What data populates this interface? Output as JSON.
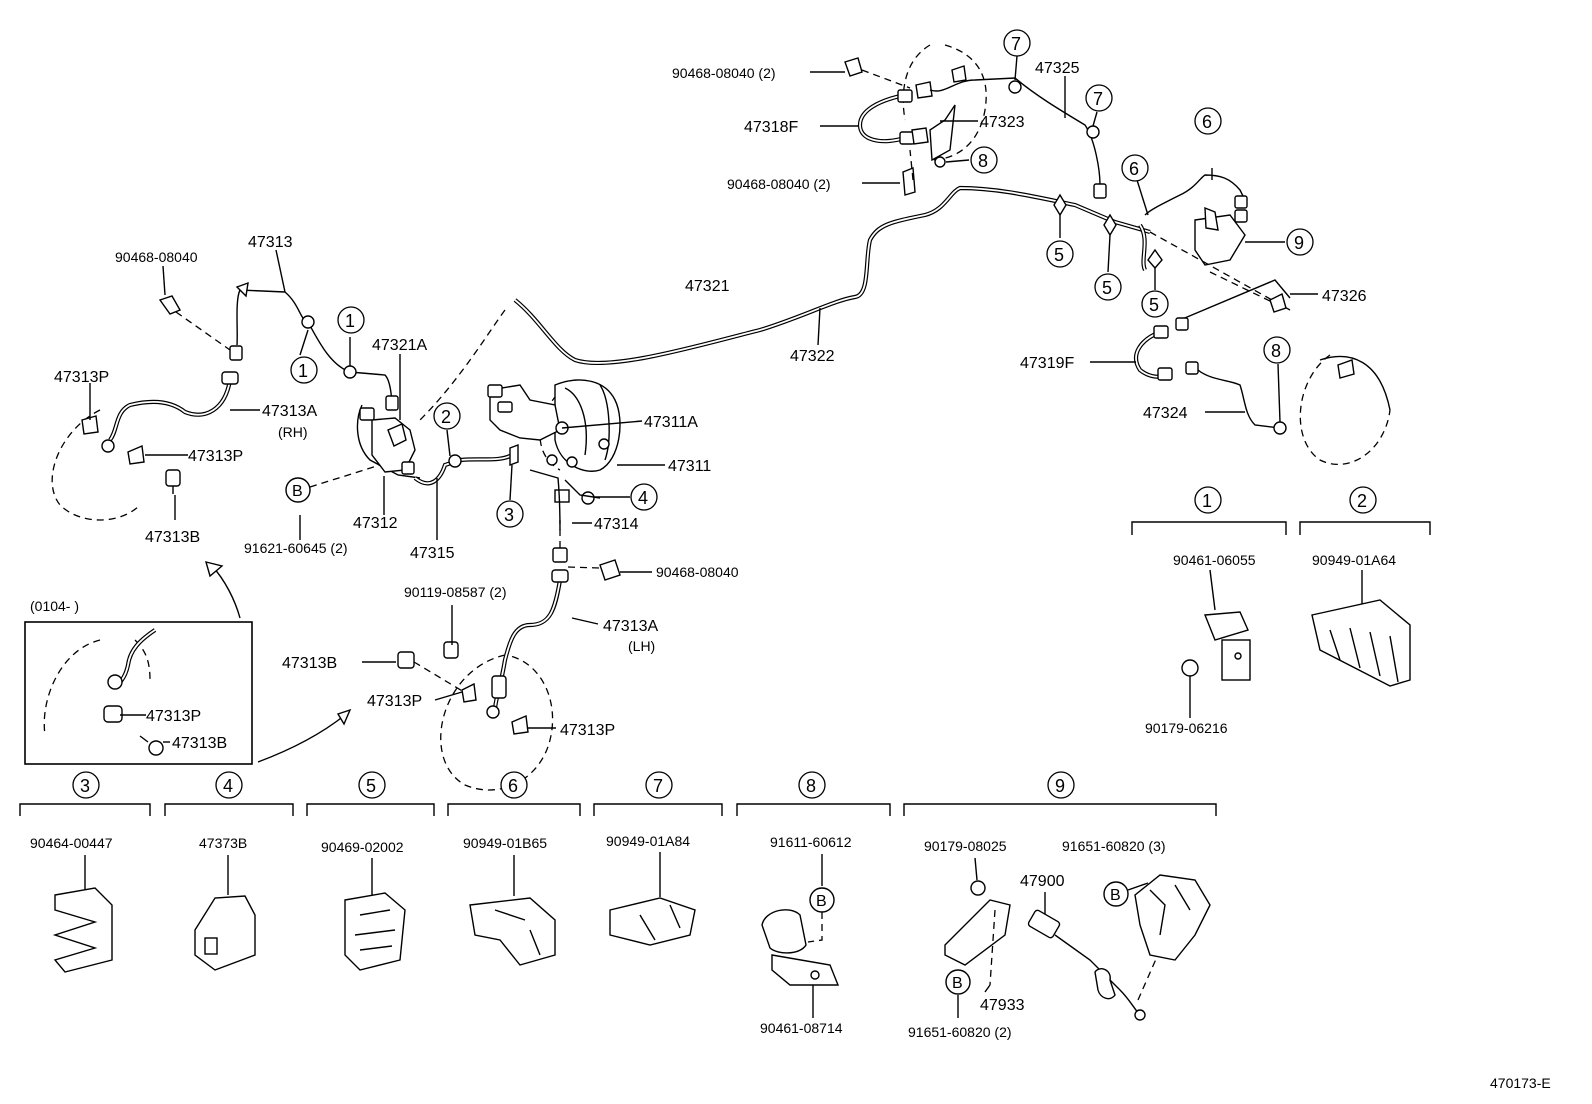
{
  "diagram_id": "470173-E",
  "labels": {
    "p47313": "47313",
    "p90468_top_left": "90468-08040",
    "p47313P_a": "47313P",
    "p47313A_rh": "47313A",
    "rh": "(RH)",
    "p47313P_b": "47313P",
    "p47313B_top": "47313B",
    "p47321A": "47321A",
    "p47312": "47312",
    "p91621": "91621-60645 (2)",
    "p47315": "47315",
    "p47321": "47321",
    "p47322": "47322",
    "p47311A": "47311A",
    "p47311": "47311",
    "p47314": "47314",
    "p90468_mid": "90468-08040",
    "p90119": "90119-08587 (2)",
    "p47313A_lh": "47313A",
    "lh": "(LH)",
    "p47313B_mid": "47313B",
    "p47313P_c": "47313P",
    "p47313P_d": "47313P",
    "p90468_top2": "90468-08040 (2)",
    "p47318F": "47318F",
    "p90468_top3": "90468-08040 (2)",
    "p47323": "47323",
    "p47325": "47325",
    "p47326": "47326",
    "p47319F": "47319F",
    "p47324": "47324",
    "inset_date": "(0104-        )",
    "inset_47313P": "47313P",
    "inset_47313B": "47313B",
    "B": "B"
  },
  "legend": [
    {
      "num": "1",
      "parts": [
        "90461-06055",
        "90179-06216"
      ]
    },
    {
      "num": "2",
      "parts": [
        "90949-01A64"
      ]
    },
    {
      "num": "3",
      "parts": [
        "90464-00447"
      ]
    },
    {
      "num": "4",
      "parts": [
        "47373B"
      ]
    },
    {
      "num": "5",
      "parts": [
        "90469-02002"
      ]
    },
    {
      "num": "6",
      "parts": [
        "90949-01B65"
      ]
    },
    {
      "num": "7",
      "parts": [
        "90949-01A84"
      ]
    },
    {
      "num": "8",
      "parts": [
        "91611-60612",
        "90461-08714"
      ]
    },
    {
      "num": "9",
      "parts": [
        "90179-08025",
        "91651-60820 (3)",
        "47900",
        "47933",
        "91651-60820 (2)"
      ]
    }
  ],
  "callouts": [
    "1",
    "1",
    "1",
    "2",
    "3",
    "4",
    "5",
    "5",
    "5",
    "6",
    "6",
    "7",
    "7",
    "8",
    "8",
    "9"
  ]
}
